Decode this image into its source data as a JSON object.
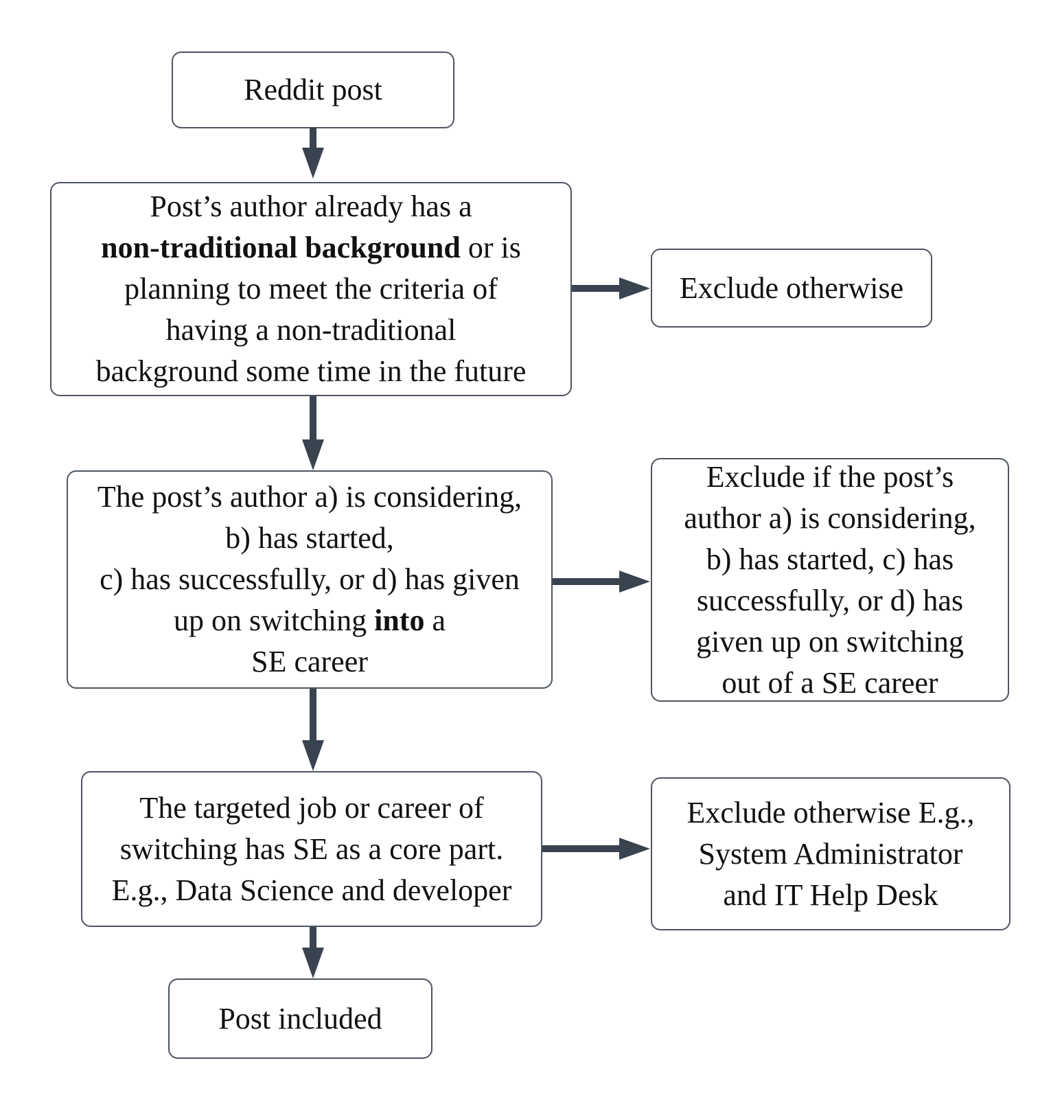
{
  "diagram": {
    "colors": {
      "arrow": "#3a4350",
      "border": "#4d5560",
      "text": "#101113",
      "background": "#ffffff"
    },
    "nodes": {
      "reddit_post": {
        "label": "Reddit post"
      },
      "criteria": {
        "lines": [
          [
            {
              "t": "Post’s author already has a"
            }
          ],
          [
            {
              "t": "non-traditional background",
              "b": true
            },
            {
              "t": " or is"
            }
          ],
          [
            {
              "t": "planning to meet the criteria of"
            }
          ],
          [
            {
              "t": "having a non-traditional"
            }
          ],
          [
            {
              "t": "background some time in the future"
            }
          ]
        ]
      },
      "exclude_otherwise": {
        "label": "Exclude otherwise"
      },
      "author_switch": {
        "lines": [
          [
            {
              "t": "The post’s author a) is considering,"
            }
          ],
          [
            {
              "t": "b) has started,"
            }
          ],
          [
            {
              "t": "c) has successfully, or d) has given"
            }
          ],
          [
            {
              "t": "up on switching "
            },
            {
              "t": "into",
              "b": true
            },
            {
              "t": " a"
            }
          ],
          [
            {
              "t": "SE career"
            }
          ]
        ]
      },
      "exclude_switch_out": {
        "lines": [
          [
            {
              "t": "Exclude if the post’s"
            }
          ],
          [
            {
              "t": "author a) is considering,"
            }
          ],
          [
            {
              "t": "b) has started, c) has"
            }
          ],
          [
            {
              "t": "successfully, or d) has"
            }
          ],
          [
            {
              "t": "given up on switching"
            }
          ],
          [
            {
              "t": "out of a SE career"
            }
          ]
        ]
      },
      "target_job": {
        "lines": [
          [
            {
              "t": "The targeted job or career of"
            }
          ],
          [
            {
              "t": "switching has SE as a core part."
            }
          ],
          [
            {
              "t": "E.g., Data Science and developer"
            }
          ]
        ]
      },
      "exclude_examples": {
        "lines": [
          [
            {
              "t": "Exclude otherwise E.g.,"
            }
          ],
          [
            {
              "t": "System Administrator"
            }
          ],
          [
            {
              "t": "and IT Help Desk"
            }
          ]
        ]
      },
      "post_included": {
        "label": "Post included"
      }
    }
  }
}
